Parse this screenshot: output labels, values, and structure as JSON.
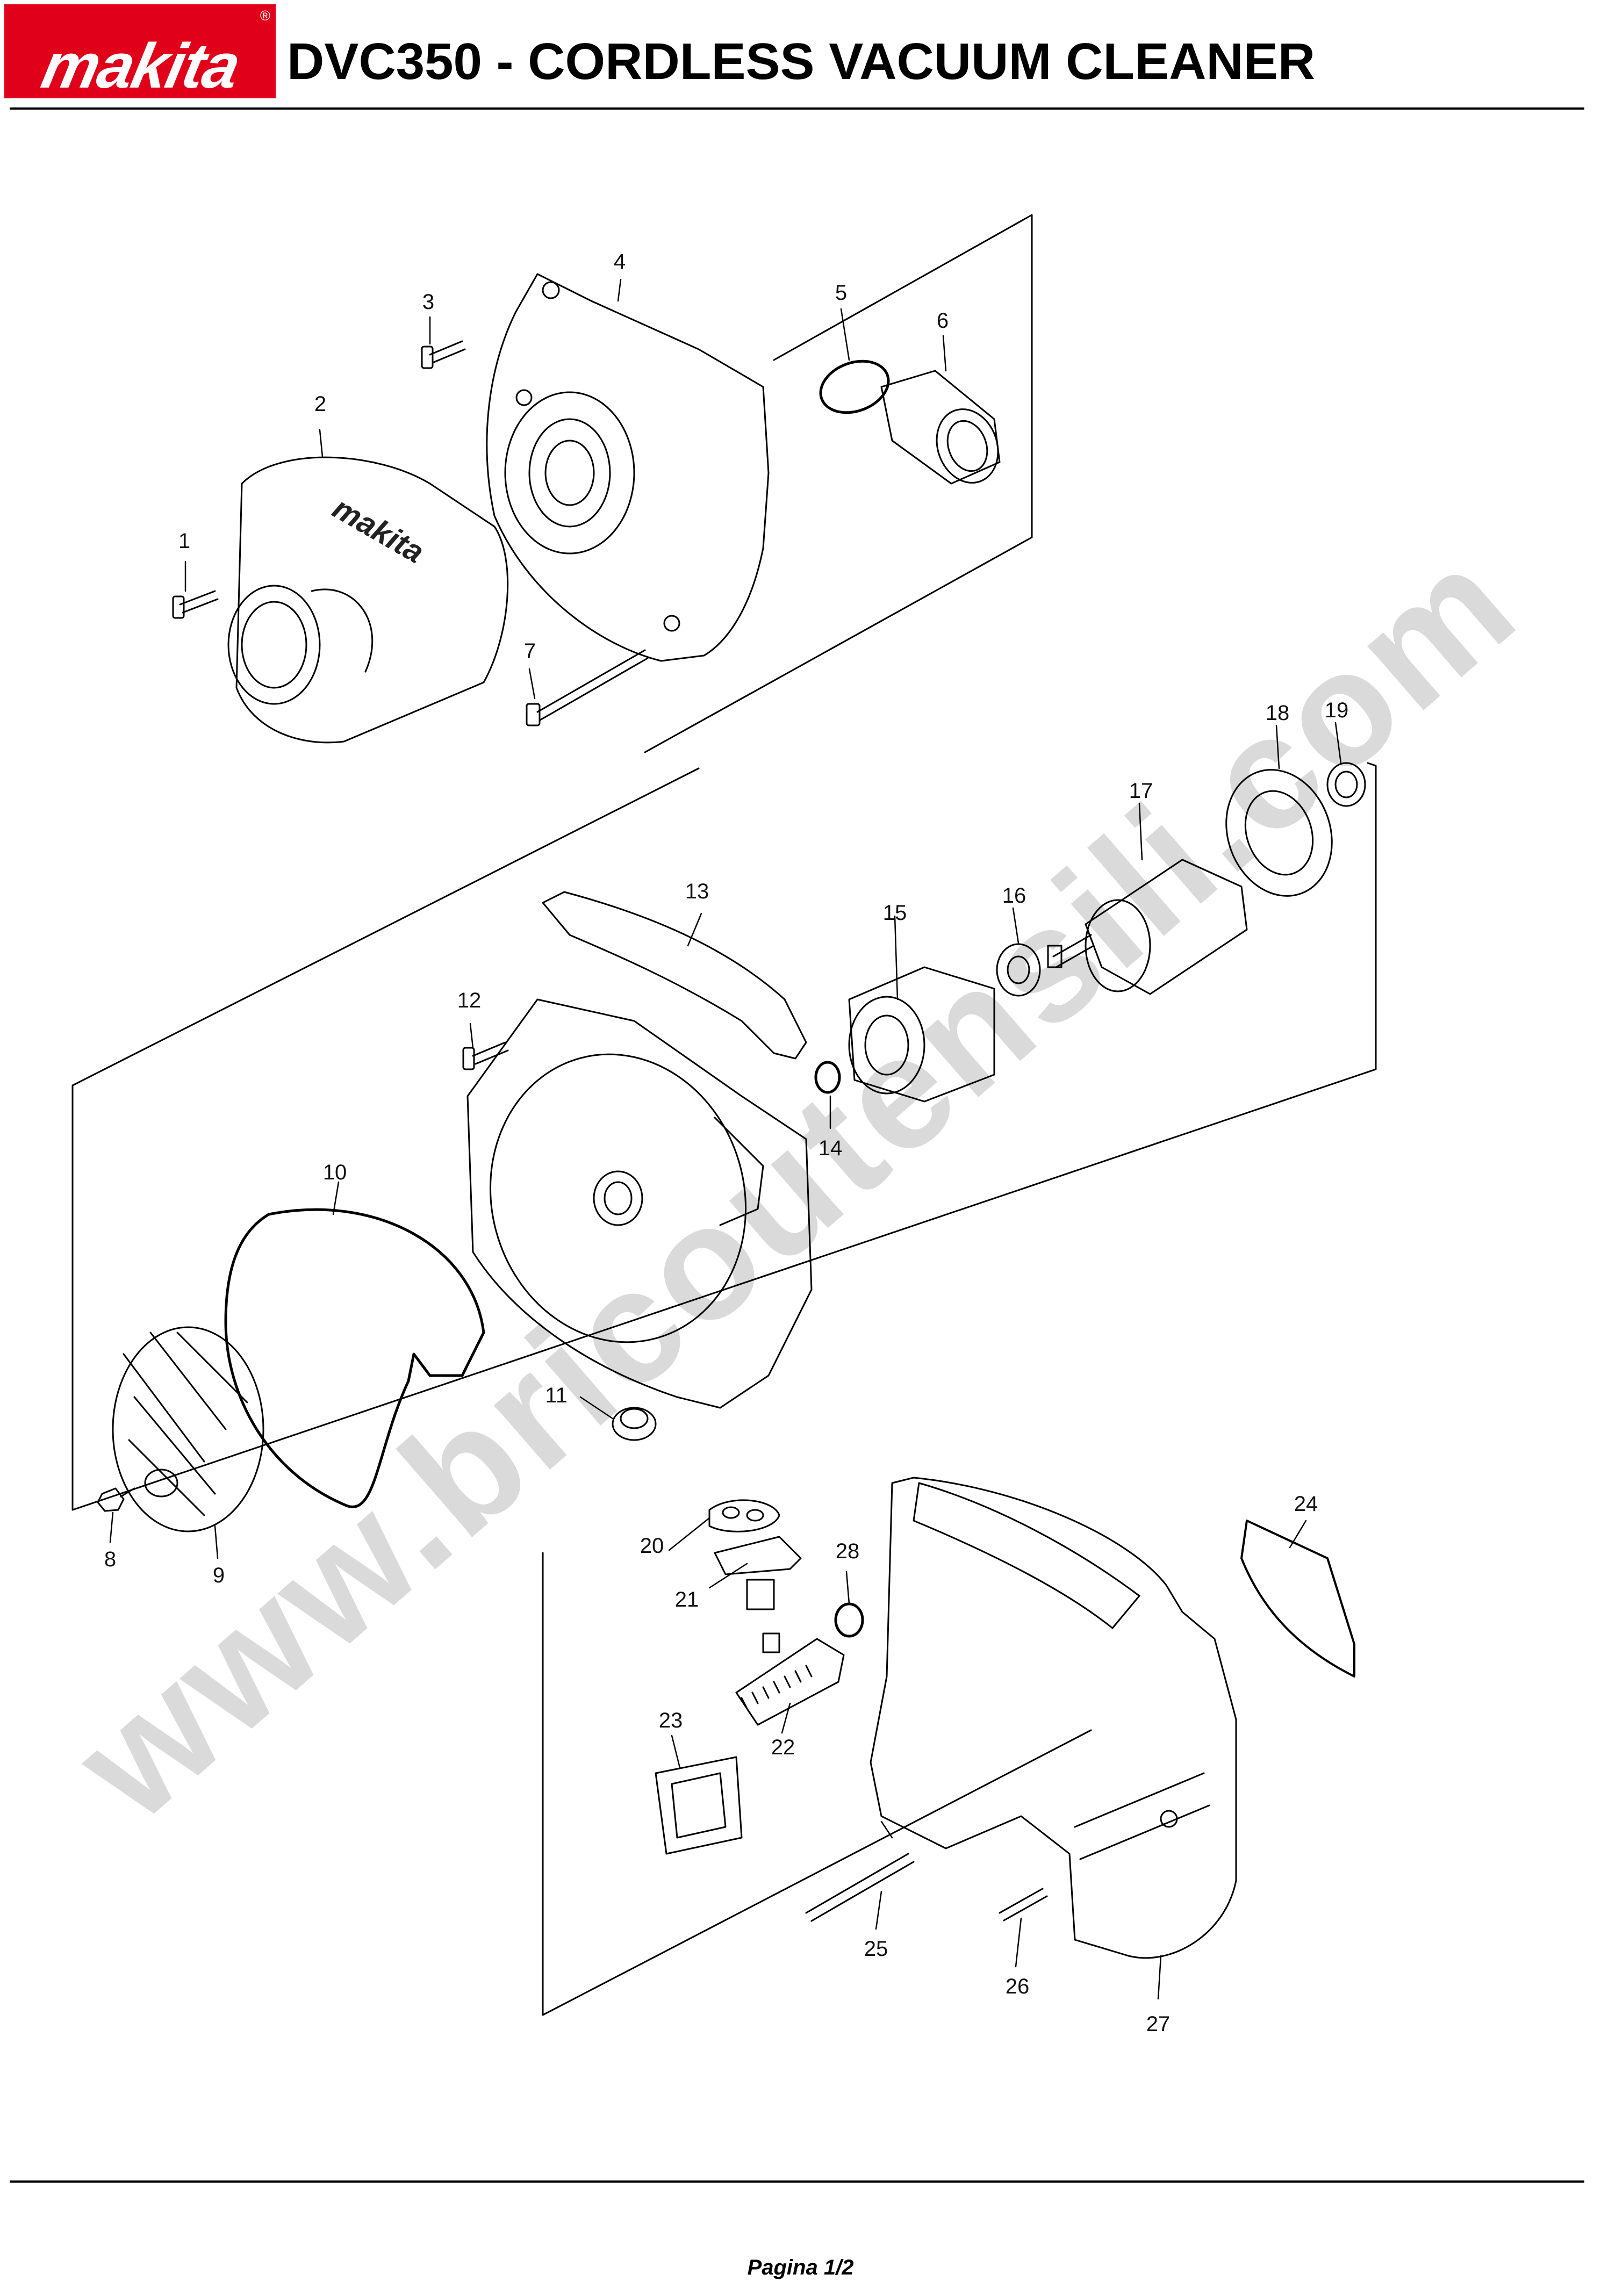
{
  "header": {
    "brand": "makita",
    "brand_mark": "®",
    "title": "DVC350 - CORDLESS VACUUM CLEANER"
  },
  "watermark": "www.bricoutensili.com",
  "footer": {
    "page_label": "Pagina 1/2"
  },
  "part_numbers": {
    "p1": "1",
    "p2": "2",
    "p3": "3",
    "p4": "4",
    "p5": "5",
    "p6": "6",
    "p7": "7",
    "p8": "8",
    "p9": "9",
    "p10": "10",
    "p11": "11",
    "p12": "12",
    "p13": "13",
    "p14": "14",
    "p15": "15",
    "p16": "16",
    "p17": "17",
    "p18": "18",
    "p19": "19",
    "p20": "20",
    "p21": "21",
    "p22": "22",
    "p23": "23",
    "p24": "24",
    "p25": "25",
    "p26": "26",
    "p27": "27",
    "p28": "28"
  },
  "colors": {
    "brand_red": "#e1001a",
    "ink": "#000000",
    "watermark": "#cccccc"
  }
}
